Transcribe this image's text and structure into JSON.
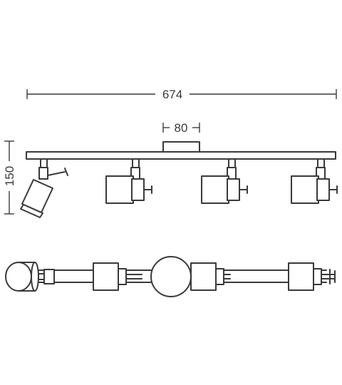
{
  "dimensions": {
    "total_length": "674",
    "base_width": "80",
    "height": "150"
  },
  "colors": {
    "line": "#3a3a3a",
    "background": "#ffffff"
  }
}
